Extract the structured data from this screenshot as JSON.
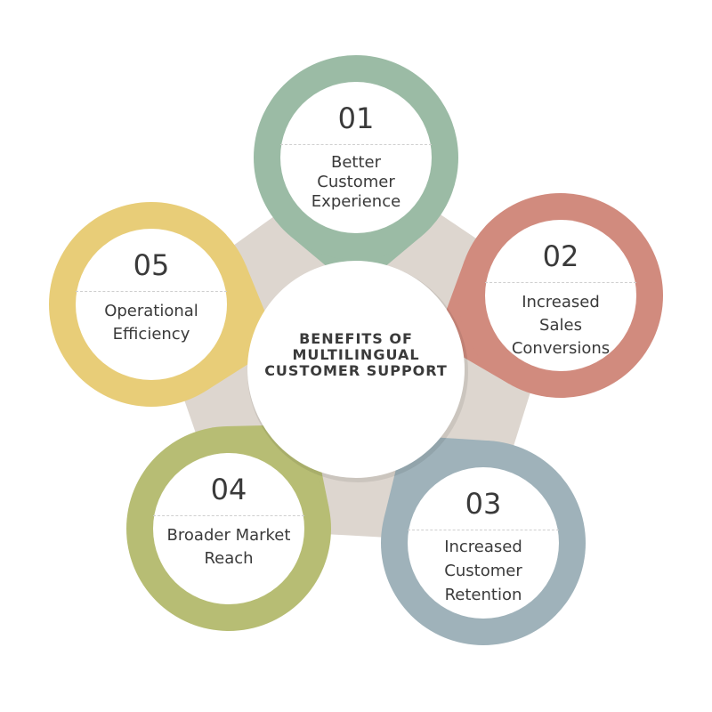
{
  "title": "BENEFITS OF MULTILINGUAL CUSTOMER SUPPORT",
  "title_lines": [
    "BENEFITS OF",
    "MULTILINGUAL",
    "CUSTOMER SUPPORT"
  ],
  "colors": {
    "connector": "#ddd6cf",
    "center": "#ffffff"
  },
  "items": [
    {
      "number": "01",
      "label": "Better Customer Experience",
      "color": "#9bbba5"
    },
    {
      "number": "02",
      "label": "Increased Sales Conversions",
      "color": "#d18b7e"
    },
    {
      "number": "03",
      "label": "Increased Customer Retention",
      "color": "#9fb2ba"
    },
    {
      "number": "04",
      "label": "Broader Market Reach",
      "color": "#b7bd74"
    },
    {
      "number": "05",
      "label": "Operational Efficiency",
      "color": "#e8cd78"
    }
  ]
}
